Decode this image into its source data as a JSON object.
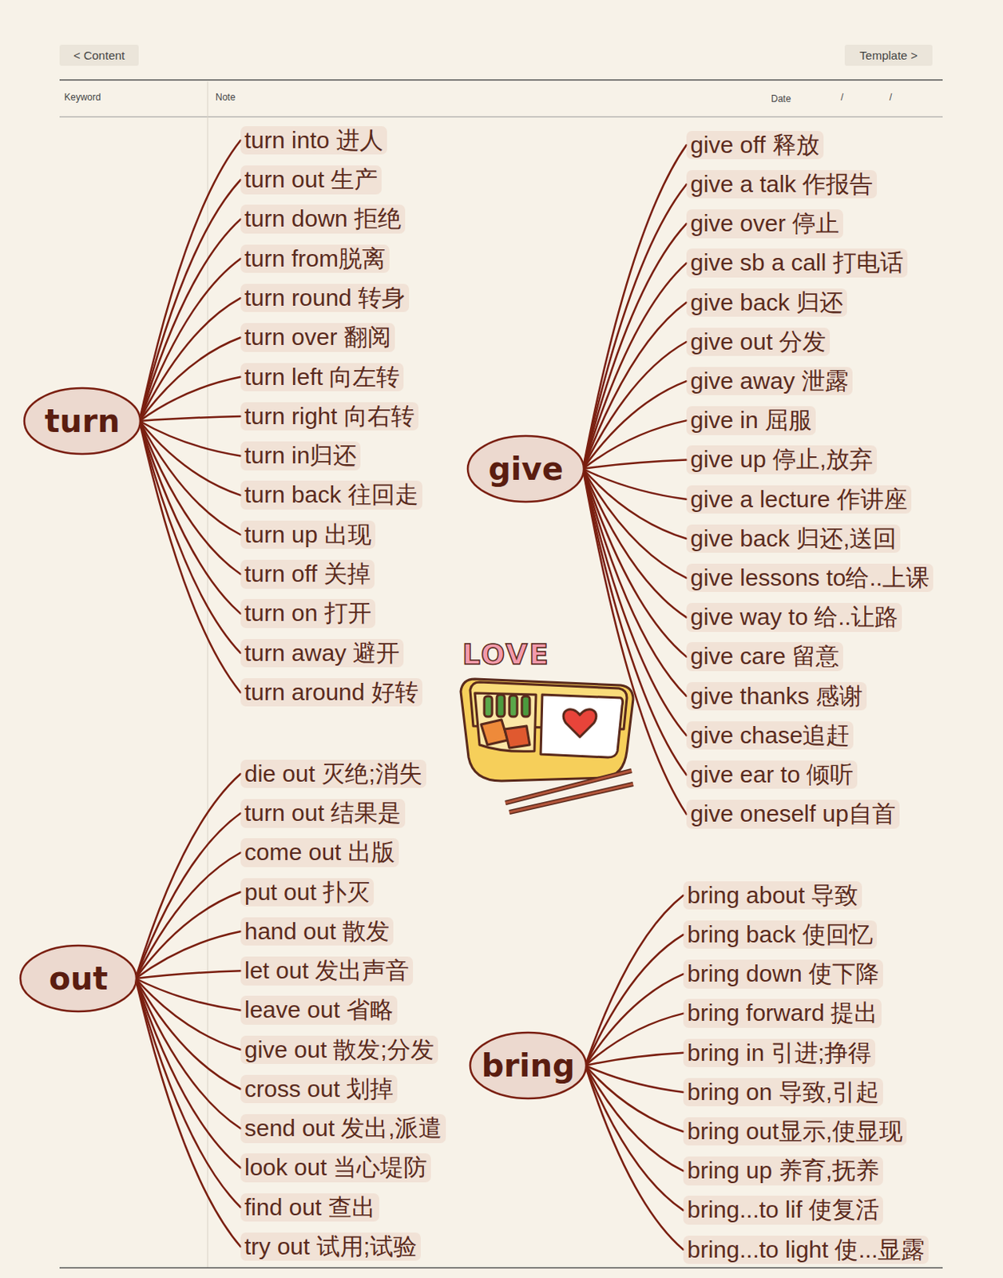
{
  "diagram": {
    "nodes": [
      {
        "text": [
          "turn"
        ]
      },
      {
        "text": [
          "turn into 进人"
        ]
      },
      {
        "text": [
          "turn out 生产"
        ]
      },
      {
        "text": [
          "turn down 拒绝"
        ]
      },
      {
        "text": [
          "turn from脱离"
        ]
      },
      {
        "text": [
          "turn round 转身"
        ]
      },
      {
        "text": [
          "turn over 翻阅"
        ]
      },
      {
        "text": [
          "turn left 向左转"
        ]
      },
      {
        "text": [
          "turn right 向右转"
        ]
      },
      {
        "text": [
          "turn in归还"
        ]
      },
      {
        "text": [
          "turn back 往回走"
        ]
      },
      {
        "text": [
          "turn up 出现"
        ]
      },
      {
        "text": [
          "turn off 关掉"
        ]
      },
      {
        "text": [
          "turn on 打开"
        ]
      },
      {
        "text": [
          "turn away 避开"
        ]
      },
      {
        "text": [
          "turn around 好转"
        ]
      },
      {
        "text": [
          "give"
        ]
      },
      {
        "text": [
          "give off 释放"
        ]
      },
      {
        "text": [
          "give a talk 作报告"
        ]
      },
      {
        "text": [
          "give over 停止"
        ]
      },
      {
        "text": [
          "give sb a call 打电话"
        ]
      },
      {
        "text": [
          "give back 归还"
        ]
      },
      {
        "text": [
          "give out 分发"
        ]
      },
      {
        "text": [
          "give away 泄露"
        ]
      },
      {
        "text": [
          "give in 屈服"
        ]
      },
      {
        "text": [
          "give up 停止,放弃"
        ]
      },
      {
        "text": [
          "give a lecture 作讲座"
        ]
      },
      {
        "text": [
          "give back 归还,送回"
        ]
      },
      {
        "text": [
          "give lessons to给..上课"
        ]
      },
      {
        "text": [
          "give way to 给..让路"
        ]
      },
      {
        "text": [
          "give care 留意"
        ]
      },
      {
        "text": [
          "give thanks 感谢"
        ]
      },
      {
        "text": [
          "give chase追赶"
        ]
      },
      {
        "text": [
          "give ear to 倾听"
        ]
      },
      {
        "text": [
          "give oneself up自首"
        ]
      },
      {
        "text": [
          "out"
        ]
      },
      {
        "text": [
          "die out 灭绝;消失"
        ]
      },
      {
        "text": [
          "turn out 结果是"
        ]
      },
      {
        "text": [
          "come out 出版"
        ]
      },
      {
        "text": [
          "put out 扑灭"
        ]
      },
      {
        "text": [
          "hand out 散发"
        ]
      },
      {
        "text": [
          "let out 发出声音"
        ]
      },
      {
        "text": [
          "leave out 省略"
        ]
      },
      {
        "text": [
          "give out 散发;分发"
        ]
      },
      {
        "text": [
          "cross out 划掉"
        ]
      },
      {
        "text": [
          "send out 发出,派遣"
        ]
      },
      {
        "text": [
          "look out 当心堤防"
        ]
      },
      {
        "text": [
          "find out 查出"
        ]
      },
      {
        "text": [
          "try out 试用;试验"
        ]
      },
      {
        "text": [
          "bring"
        ]
      },
      {
        "text": [
          "bring about 导致"
        ]
      },
      {
        "text": [
          "bring back 使回忆"
        ]
      },
      {
        "text": [
          "bring down 使下降"
        ]
      },
      {
        "text": [
          "bring forward 提出"
        ]
      },
      {
        "text": [
          "bring in 引进;挣得"
        ]
      },
      {
        "text": [
          "bring on 导致,引起"
        ]
      },
      {
        "text": [
          "bring out显示,使显现"
        ]
      },
      {
        "text": [
          "bring up 养育,抚养"
        ]
      },
      {
        "text": [
          "bring...to lif 使复活"
        ]
      },
      {
        "text": [
          "bring...to light 使...显露"
        ]
      }
    ],
    "edges": [
      {
        "from": 0,
        "to": 1,
        "arrow": "none"
      },
      {
        "from": 0,
        "to": 2,
        "arrow": "none"
      },
      {
        "from": 0,
        "to": 3,
        "arrow": "none"
      },
      {
        "from": 0,
        "to": 4,
        "arrow": "none"
      },
      {
        "from": 0,
        "to": 5,
        "arrow": "none"
      },
      {
        "from": 0,
        "to": 6,
        "arrow": "none"
      },
      {
        "from": 0,
        "to": 7,
        "arrow": "none"
      },
      {
        "from": 0,
        "to": 8,
        "arrow": "none"
      },
      {
        "from": 0,
        "to": 9,
        "arrow": "none"
      },
      {
        "from": 0,
        "to": 10,
        "arrow": "none"
      },
      {
        "from": 0,
        "to": 11,
        "arrow": "none"
      },
      {
        "from": 0,
        "to": 12,
        "arrow": "none"
      },
      {
        "from": 0,
        "to": 13,
        "arrow": "none"
      },
      {
        "from": 0,
        "to": 14,
        "arrow": "none"
      },
      {
        "from": 0,
        "to": 15,
        "arrow": "none"
      },
      {
        "from": 16,
        "to": 17,
        "arrow": "none"
      },
      {
        "from": 16,
        "to": 18,
        "arrow": "none"
      },
      {
        "from": 16,
        "to": 19,
        "arrow": "none"
      },
      {
        "from": 16,
        "to": 20,
        "arrow": "none"
      },
      {
        "from": 16,
        "to": 21,
        "arrow": "none"
      },
      {
        "from": 16,
        "to": 22,
        "arrow": "none"
      },
      {
        "from": 16,
        "to": 23,
        "arrow": "none"
      },
      {
        "from": 16,
        "to": 24,
        "arrow": "none"
      },
      {
        "from": 16,
        "to": 25,
        "arrow": "none"
      },
      {
        "from": 16,
        "to": 26,
        "arrow": "none"
      },
      {
        "from": 16,
        "to": 27,
        "arrow": "none"
      },
      {
        "from": 16,
        "to": 28,
        "arrow": "none"
      },
      {
        "from": 16,
        "to": 29,
        "arrow": "none"
      },
      {
        "from": 16,
        "to": 30,
        "arrow": "none"
      },
      {
        "from": 16,
        "to": 31,
        "arrow": "none"
      },
      {
        "from": 16,
        "to": 32,
        "arrow": "none"
      },
      {
        "from": 16,
        "to": 33,
        "arrow": "none"
      },
      {
        "from": 16,
        "to": 34,
        "arrow": "none"
      },
      {
        "from": 35,
        "to": 36,
        "arrow": "none"
      },
      {
        "from": 35,
        "to": 37,
        "arrow": "none"
      },
      {
        "from": 35,
        "to": 38,
        "arrow": "none"
      },
      {
        "from": 35,
        "to": 39,
        "arrow": "none"
      },
      {
        "from": 35,
        "to": 40,
        "arrow": "none"
      },
      {
        "from": 35,
        "to": 41,
        "arrow": "none"
      },
      {
        "from": 35,
        "to": 42,
        "arrow": "none"
      },
      {
        "from": 35,
        "to": 43,
        "arrow": "none"
      },
      {
        "from": 35,
        "to": 44,
        "arrow": "none"
      },
      {
        "from": 35,
        "to": 45,
        "arrow": "none"
      },
      {
        "from": 35,
        "to": 46,
        "arrow": "none"
      },
      {
        "from": 35,
        "to": 47,
        "arrow": "none"
      },
      {
        "from": 35,
        "to": 48,
        "arrow": "none"
      },
      {
        "from": 49,
        "to": 50,
        "arrow": "none"
      },
      {
        "from": 49,
        "to": 51,
        "arrow": "none"
      },
      {
        "from": 49,
        "to": 52,
        "arrow": "none"
      },
      {
        "from": 49,
        "to": 53,
        "arrow": "none"
      },
      {
        "from": 49,
        "to": 54,
        "arrow": "none"
      },
      {
        "from": 49,
        "to": 55,
        "arrow": "none"
      },
      {
        "from": 49,
        "to": 56,
        "arrow": "none"
      },
      {
        "from": 49,
        "to": 57,
        "arrow": "none"
      },
      {
        "from": 49,
        "to": 58,
        "arrow": "none"
      },
      {
        "from": 49,
        "to": 59,
        "arrow": "none"
      }
    ],
    "labels": [
      "< Content",
      "Template >",
      "Keyword",
      "Note",
      "Date",
      "/",
      "/",
      "LOVE"
    ]
  }
}
